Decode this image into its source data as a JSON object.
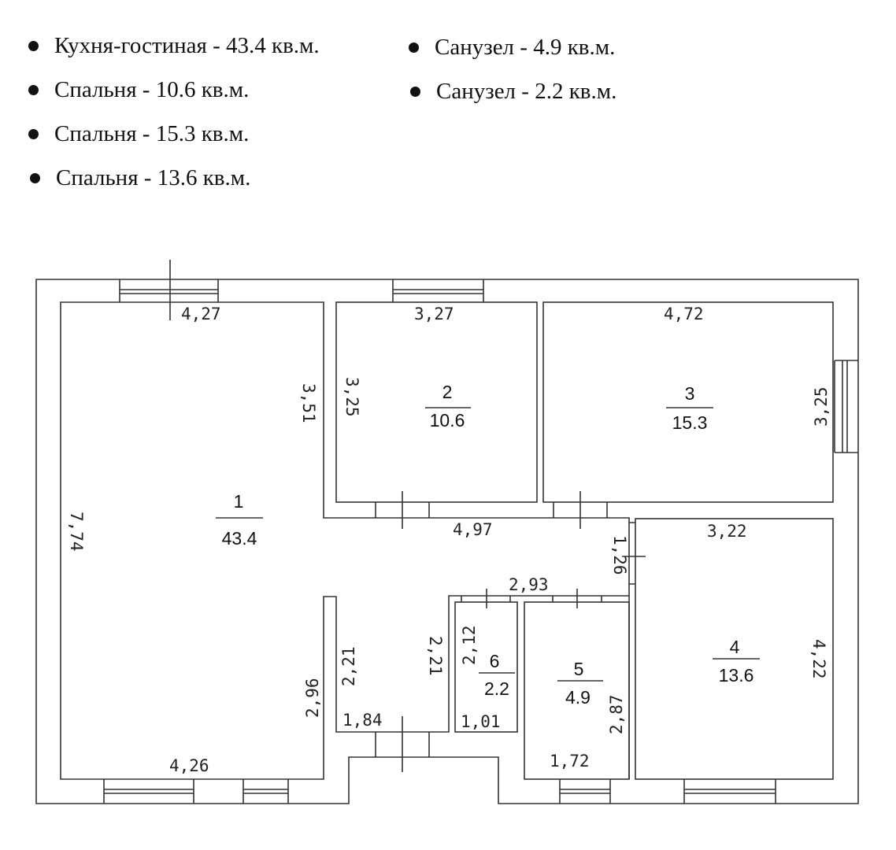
{
  "legend": [
    {
      "text": "Кухня-гостиная - 43.4 кв.м."
    },
    {
      "text": "Спальня - 10.6 кв.м."
    },
    {
      "text": "Спальня - 15.3 кв.м."
    },
    {
      "text": "Спальня - 13.6 кв.м."
    },
    {
      "text": "Санузел -  4.9 кв.м."
    },
    {
      "text": "Санузел - 2.2 кв.м."
    }
  ],
  "rooms": [
    {
      "number": "1",
      "area": "43.4"
    },
    {
      "number": "2",
      "area": "10.6"
    },
    {
      "number": "3",
      "area": "15.3"
    },
    {
      "number": "4",
      "area": "13.6"
    },
    {
      "number": "5",
      "area": "4.9"
    },
    {
      "number": "6",
      "area": "2.2"
    }
  ],
  "dimensions": {
    "r1_top": "4,27",
    "r1_left": "7,74",
    "r1_right": "3,51",
    "r1_bottom": "4,26",
    "r1_lower_right": "2,96",
    "r2_top": "3,27",
    "r2_left": "3,25",
    "r3_top": "4,72",
    "r3_right": "3,25",
    "hall_top": "4,97",
    "hall_right": "1,26",
    "hall_mid": "2,93",
    "corr_left": "2,21",
    "corr_right": "2,21",
    "corr_bottom": "1,84",
    "r6_left": "2,12",
    "r6_bottom": "1,01",
    "r5_right": "2,87",
    "r5_bottom": "1,72",
    "r4_top": "3,22",
    "r4_right": "4,22"
  }
}
